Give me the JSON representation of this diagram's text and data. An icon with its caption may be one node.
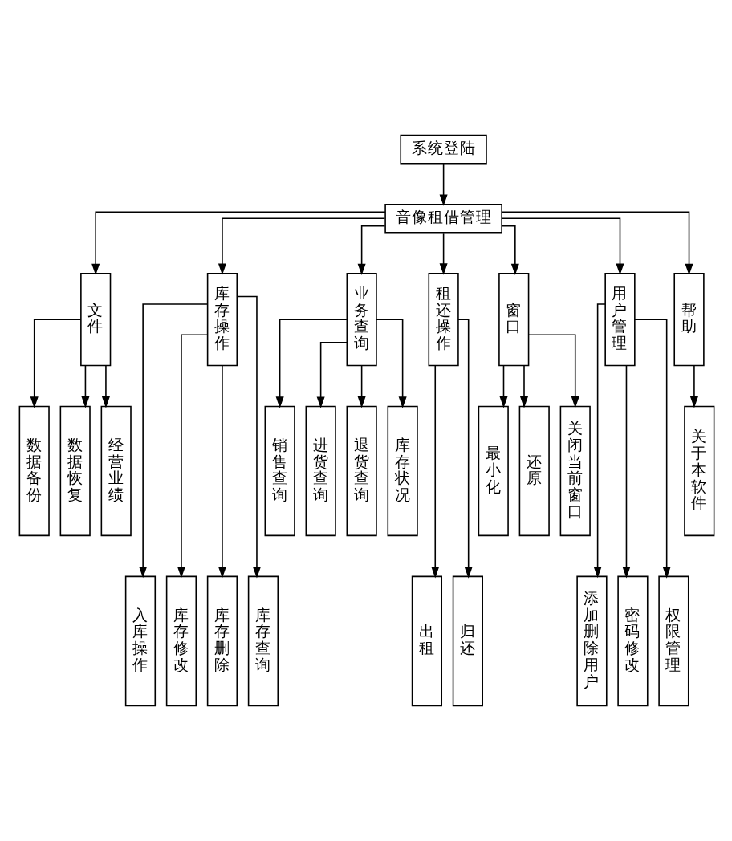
{
  "diagram": {
    "nodes": [
      {
        "text": [
          "系统登陆"
        ]
      },
      {
        "text": [
          "音像租借管理"
        ]
      },
      {
        "text": [
          "文件"
        ]
      },
      {
        "text": [
          "库存操作"
        ]
      },
      {
        "text": [
          "业务查询"
        ]
      },
      {
        "text": [
          "租还操作"
        ]
      },
      {
        "text": [
          "窗口"
        ]
      },
      {
        "text": [
          "用户管理"
        ]
      },
      {
        "text": [
          "帮助"
        ]
      },
      {
        "text": [
          "数据备份"
        ]
      },
      {
        "text": [
          "数据恢复"
        ]
      },
      {
        "text": [
          "经营业绩"
        ]
      },
      {
        "text": [
          "销售查询"
        ]
      },
      {
        "text": [
          "进货查询"
        ]
      },
      {
        "text": [
          "退货查询"
        ]
      },
      {
        "text": [
          "库存状况"
        ]
      },
      {
        "text": [
          "最小化"
        ]
      },
      {
        "text": [
          "还原"
        ]
      },
      {
        "text": [
          "关闭当前窗口"
        ]
      },
      {
        "text": [
          "关于本软件"
        ]
      },
      {
        "text": [
          "入库操作"
        ]
      },
      {
        "text": [
          "库存修改"
        ]
      },
      {
        "text": [
          "库存删除"
        ]
      },
      {
        "text": [
          "库存查询"
        ]
      },
      {
        "text": [
          "出租"
        ]
      },
      {
        "text": [
          "归还"
        ]
      },
      {
        "text": [
          "添加删除用户"
        ]
      },
      {
        "text": [
          "密码修改"
        ]
      },
      {
        "text": [
          "权限管理"
        ]
      }
    ],
    "edges": [
      {
        "from": 0,
        "to": 1,
        "arrow": "to"
      },
      {
        "from": 1,
        "to": 2,
        "arrow": "to"
      },
      {
        "from": 1,
        "to": 3,
        "arrow": "to"
      },
      {
        "from": 1,
        "to": 4,
        "arrow": "to"
      },
      {
        "from": 1,
        "to": 5,
        "arrow": "to"
      },
      {
        "from": 1,
        "to": 6,
        "arrow": "to"
      },
      {
        "from": 1,
        "to": 7,
        "arrow": "to"
      },
      {
        "from": 1,
        "to": 8,
        "arrow": "to"
      },
      {
        "from": 2,
        "to": 9,
        "arrow": "to"
      },
      {
        "from": 2,
        "to": 10,
        "arrow": "to"
      },
      {
        "from": 2,
        "to": 11,
        "arrow": "to"
      },
      {
        "from": 4,
        "to": 12,
        "arrow": "to"
      },
      {
        "from": 4,
        "to": 13,
        "arrow": "to"
      },
      {
        "from": 4,
        "to": 14,
        "arrow": "to"
      },
      {
        "from": 4,
        "to": 15,
        "arrow": "to"
      },
      {
        "from": 6,
        "to": 16,
        "arrow": "to"
      },
      {
        "from": 6,
        "to": 17,
        "arrow": "to"
      },
      {
        "from": 6,
        "to": 18,
        "arrow": "to"
      },
      {
        "from": 8,
        "to": 19,
        "arrow": "to"
      },
      {
        "from": 3,
        "to": 20,
        "arrow": "to"
      },
      {
        "from": 3,
        "to": 21,
        "arrow": "to"
      },
      {
        "from": 3,
        "to": 22,
        "arrow": "to"
      },
      {
        "from": 3,
        "to": 23,
        "arrow": "to"
      },
      {
        "from": 5,
        "to": 24,
        "arrow": "to"
      },
      {
        "from": 5,
        "to": 25,
        "arrow": "to"
      },
      {
        "from": 7,
        "to": 26,
        "arrow": "to"
      },
      {
        "from": 7,
        "to": 27,
        "arrow": "to"
      },
      {
        "from": 7,
        "to": 28,
        "arrow": "to"
      }
    ]
  }
}
